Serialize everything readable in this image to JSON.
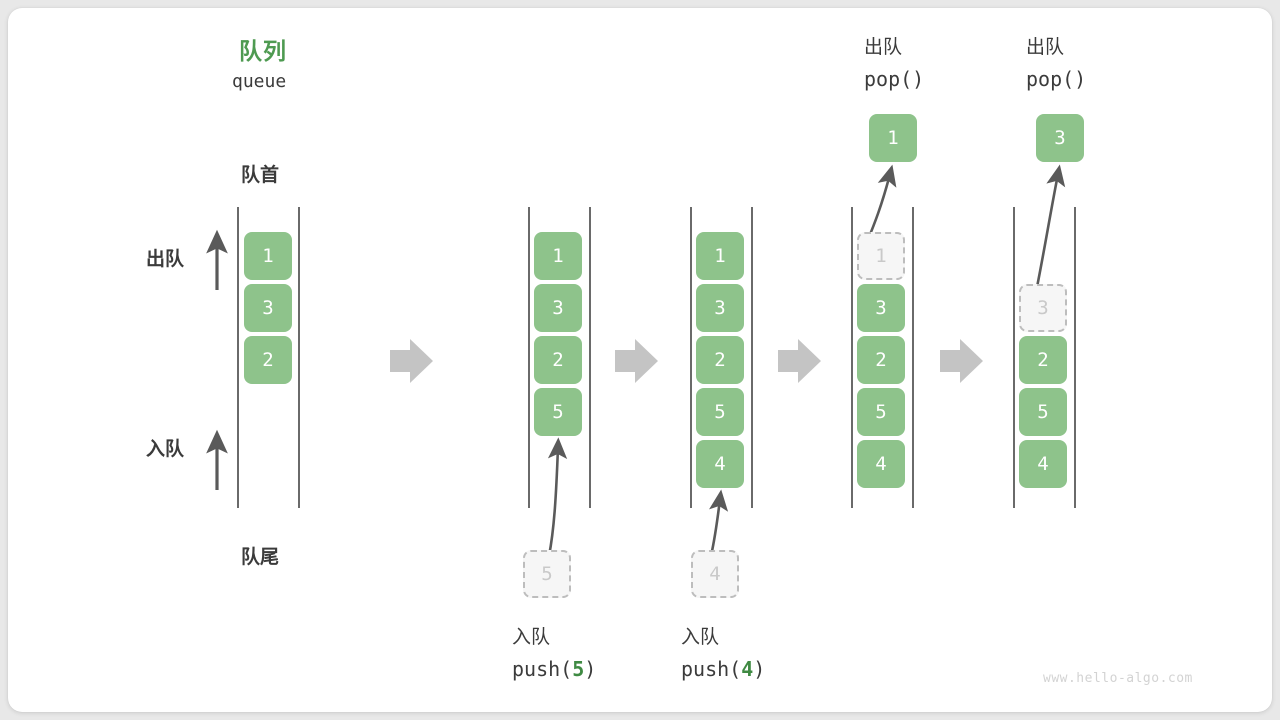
{
  "meta": {
    "watermark": "www.hello-algo.com",
    "accent_green": "#4e9a51",
    "cell_green": "#8ec38b",
    "ghost_gray": "#f6f6f6",
    "rail_gray": "#5a5a5a",
    "step_arrow_gray": "#c4c4c4",
    "text_dark": "#3b3b3b"
  },
  "header": {
    "title_cn": "队列",
    "title_en": "queue"
  },
  "legend": {
    "front_label": "队首",
    "rear_label": "队尾",
    "dequeue_label": "出队",
    "enqueue_label": "入队"
  },
  "steps": [
    {
      "id": "initial",
      "op_cn": "",
      "op_code": "",
      "cells": [
        "1",
        "3",
        "2"
      ],
      "ghost_index": -1,
      "popped_value": "",
      "incoming_value": ""
    },
    {
      "id": "push-5",
      "op_cn": "入队",
      "op_code_prefix": "push(",
      "op_code_arg": "5",
      "op_code_suffix": ")",
      "cells": [
        "1",
        "3",
        "2",
        "5"
      ],
      "ghost_index": -1,
      "popped_value": "",
      "incoming_value": "5"
    },
    {
      "id": "push-4",
      "op_cn": "入队",
      "op_code_prefix": "push(",
      "op_code_arg": "4",
      "op_code_suffix": ")",
      "cells": [
        "1",
        "3",
        "2",
        "5",
        "4"
      ],
      "ghost_index": -1,
      "popped_value": "",
      "incoming_value": "4"
    },
    {
      "id": "pop-1",
      "op_cn": "出队",
      "op_code_prefix": "pop(",
      "op_code_arg": "",
      "op_code_suffix": ")",
      "cells": [
        "1",
        "3",
        "2",
        "5",
        "4"
      ],
      "ghost_index": 0,
      "popped_value": "1",
      "incoming_value": ""
    },
    {
      "id": "pop-3",
      "op_cn": "出队",
      "op_code_prefix": "pop(",
      "op_code_arg": "",
      "op_code_suffix": ")",
      "cells": [
        "3",
        "2",
        "5",
        "4"
      ],
      "ghost_index": 0,
      "popped_value": "3",
      "incoming_value": ""
    }
  ],
  "chart_data": {
    "type": "diagram",
    "title": "队列 queue — push/pop operations",
    "panels": [
      {
        "label": "",
        "stack_top_to_bottom": [
          "1",
          "3",
          "2"
        ]
      },
      {
        "label": "入队 push(5)",
        "stack_top_to_bottom": [
          "1",
          "3",
          "2",
          "5"
        ]
      },
      {
        "label": "入队 push(4)",
        "stack_top_to_bottom": [
          "1",
          "3",
          "2",
          "5",
          "4"
        ]
      },
      {
        "label": "出队 pop()",
        "stack_top_to_bottom": [
          "1(removed)",
          "3",
          "2",
          "5",
          "4"
        ],
        "returns": "1"
      },
      {
        "label": "出队 pop()",
        "stack_top_to_bottom": [
          "3(removed)",
          "2",
          "5",
          "4"
        ],
        "returns": "3"
      }
    ]
  }
}
